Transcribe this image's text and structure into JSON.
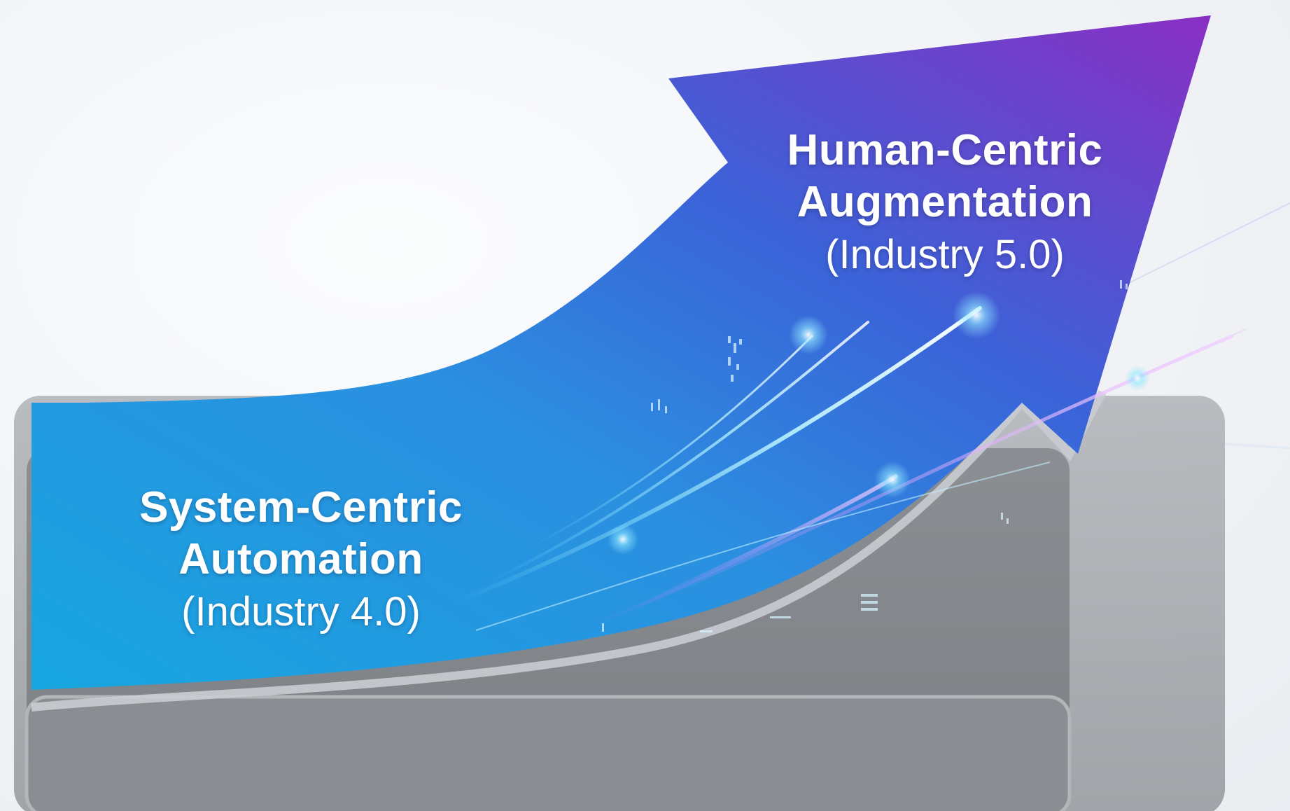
{
  "stages": {
    "current": {
      "title_line1": "System-Centric",
      "title_line2": "Automation",
      "subtitle": "(Industry 4.0)"
    },
    "future": {
      "title_line1": "Human-Centric",
      "title_line2": "Augmentation",
      "subtitle": "(Industry 5.0)"
    }
  },
  "colors": {
    "arrow_start": "#17a6e0",
    "arrow_mid": "#3a63d8",
    "arrow_end": "#8a2fc4",
    "platform_outer": "#a6a9ad",
    "platform_inner": "#84878b",
    "background": "#f2f4f7"
  },
  "icons": [
    "data-stream-icon",
    "light-streak-icon",
    "arrow-up-icon"
  ]
}
